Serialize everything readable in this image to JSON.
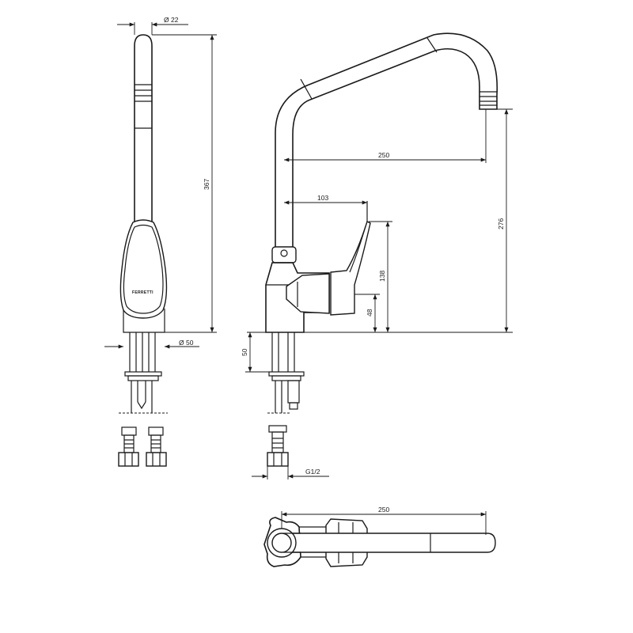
{
  "drawing": {
    "brand_mark": "FERRETTI",
    "dimensions": {
      "spout_diameter": "Ø 22",
      "total_height": "367",
      "base_diameter": "Ø 50",
      "spout_reach": "250",
      "handle_reach": "103",
      "outlet_height": "276",
      "lever_height": "138",
      "body_height": "48",
      "shank_length": "50",
      "thread_size": "G1/2",
      "top_view_reach": "250"
    }
  }
}
